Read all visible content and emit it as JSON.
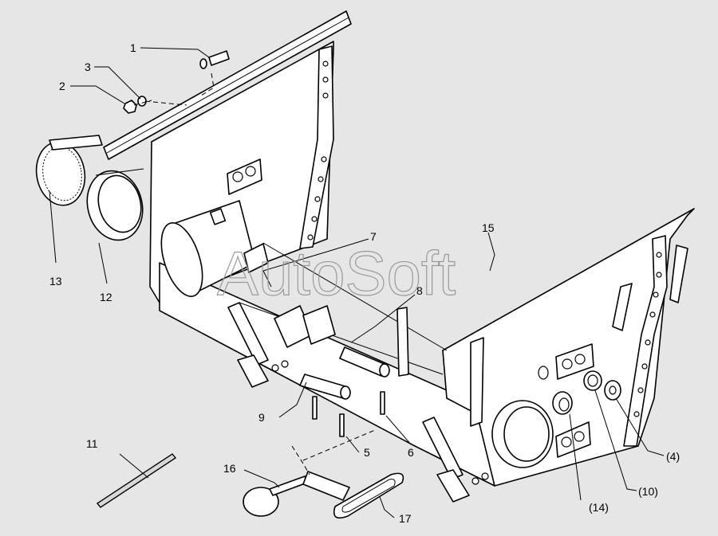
{
  "watermark": "AutoSoft",
  "callouts": [
    {
      "id": "c1",
      "label": "1"
    },
    {
      "id": "c2",
      "label": "2"
    },
    {
      "id": "c3",
      "label": "3"
    },
    {
      "id": "c4",
      "label": "(4)"
    },
    {
      "id": "c5",
      "label": "5"
    },
    {
      "id": "c6",
      "label": "6"
    },
    {
      "id": "c7",
      "label": "7"
    },
    {
      "id": "c8",
      "label": "8"
    },
    {
      "id": "c9",
      "label": "9"
    },
    {
      "id": "c10",
      "label": "(10)"
    },
    {
      "id": "c11",
      "label": "11"
    },
    {
      "id": "c12",
      "label": "12"
    },
    {
      "id": "c13",
      "label": "13"
    },
    {
      "id": "c14",
      "label": "(14)"
    },
    {
      "id": "c15",
      "label": "15"
    },
    {
      "id": "c16",
      "label": "16"
    },
    {
      "id": "c17",
      "label": "17"
    }
  ]
}
